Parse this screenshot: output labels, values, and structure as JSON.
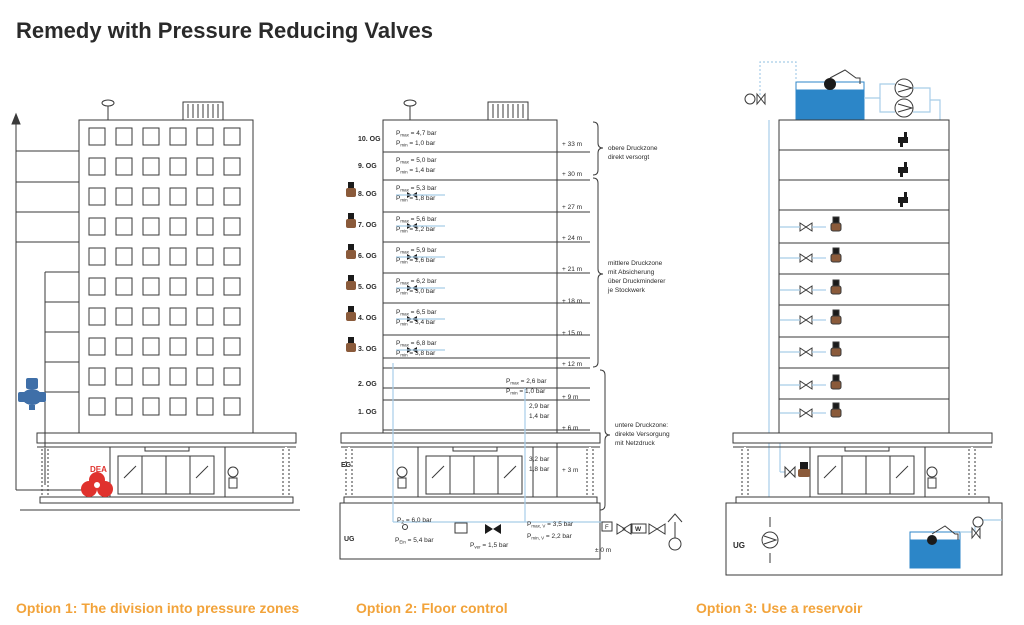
{
  "title": "Remedy with Pressure Reducing Valves",
  "colors": {
    "accent": "#f2a33a",
    "pipe": "#a8cde8",
    "water": "#2c86c8",
    "valve_red": "#e0322d",
    "valve_blue": "#3f6fa8",
    "line": "#3a3a3a"
  },
  "options": [
    {
      "caption": "Option 1: The division into pressure zones",
      "device_label": "DEA"
    },
    {
      "caption": "Option 2: Floor control"
    },
    {
      "caption": "Option 3: Use a reservoir"
    }
  ],
  "opt2": {
    "floors": [
      {
        "name": "10. OG",
        "pmax": "= 4,7 bar",
        "pmin": "= 1,0 bar",
        "prv": false
      },
      {
        "name": "9. OG",
        "pmax": "= 5,0 bar",
        "pmin": "= 1,4 bar",
        "prv": false
      },
      {
        "name": "8. OG",
        "pmax": "= 5,3 bar",
        "pmin": "= 1,8 bar",
        "prv": true
      },
      {
        "name": "7. OG",
        "pmax": "= 5,6 bar",
        "pmin": "= 2,2 bar",
        "prv": true
      },
      {
        "name": "6. OG",
        "pmax": "= 5,9 bar",
        "pmin": "= 2,6 bar",
        "prv": true
      },
      {
        "name": "5. OG",
        "pmax": "= 6,2 bar",
        "pmin": "= 3,0 bar",
        "prv": true
      },
      {
        "name": "4. OG",
        "pmax": "= 6,5 bar",
        "pmin": "= 3,4 bar",
        "prv": true
      },
      {
        "name": "3. OG",
        "pmax": "= 6,8 bar",
        "pmin": "= 3,8 bar",
        "prv": true
      },
      {
        "name": "2. OG",
        "pmax": "= 2,6 bar",
        "pmin": "= 1,0 bar",
        "prv": false
      },
      {
        "name": "1. OG",
        "p1": "2,9 bar",
        "p2": "1,4 bar",
        "prv": false
      },
      {
        "name": "EG",
        "p1": "3,2 bar",
        "p2": "1,8 bar",
        "prv": false
      },
      {
        "name": "UG"
      }
    ],
    "heights": [
      "+ 33 m",
      "+ 30 m",
      "+ 27 m",
      "+ 24 m",
      "+ 21 m",
      "+ 18 m",
      "+ 15 m",
      "+ 12 m",
      "+ 9 m",
      "+ 6 m",
      "+ 3 m",
      "± 0 m"
    ],
    "zones": [
      {
        "lines": [
          "obere Druckzone",
          "direkt versorgt"
        ]
      },
      {
        "lines": [
          "mittlere Druckzone",
          "mit Absicherung",
          "über Druckminderer",
          "je Stockwerk"
        ]
      },
      {
        "lines": [
          "untere Druckzone:",
          "direkte Versorgung",
          "mit Netzdruck"
        ]
      }
    ],
    "basement": {
      "pz_sub": "Z",
      "pz_val": "= 6,0 bar",
      "pein_sub": "Ein",
      "pein_val": "= 5,4 bar",
      "pver_sub": "ver",
      "pver_val": "= 1,5 bar",
      "pmaxv_sub": "max, V",
      "pmaxv_val": "= 3,5 bar",
      "pminv_sub": "min, V",
      "pminv_val": "= 2,2 bar",
      "w_label": "W",
      "f_label": "F"
    }
  },
  "opt3": {
    "ug_label": "UG"
  }
}
